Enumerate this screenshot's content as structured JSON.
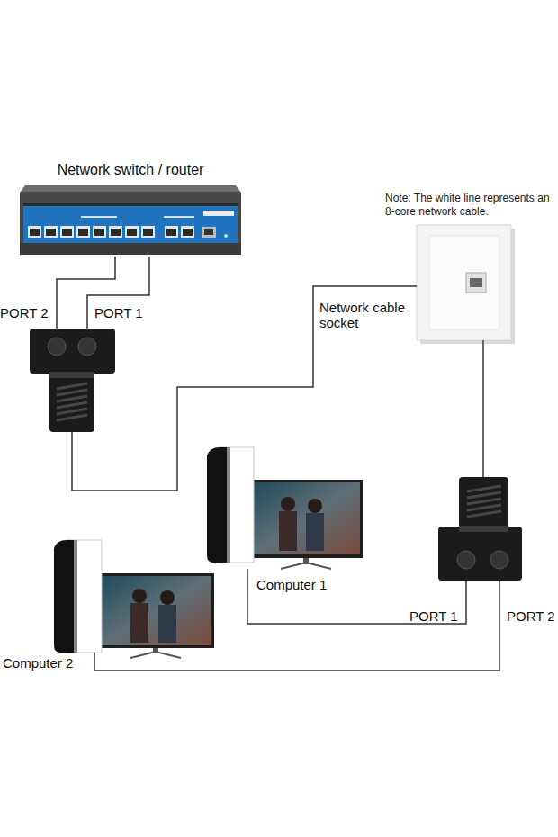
{
  "diagram": {
    "nodes": [
      {
        "text": [
          "Network switch / router"
        ]
      },
      {
        "text": [
          "Network cable socket"
        ]
      },
      {
        "text": [
          "PORT 2",
          "PORT 1"
        ]
      },
      {
        "text": [
          "Computer 1"
        ]
      },
      {
        "text": [
          "PORT 1",
          "PORT 2"
        ]
      },
      {
        "text": [
          "Computer 2"
        ]
      }
    ],
    "edges": [
      {
        "from": 0,
        "to": 2,
        "arrow": "none"
      },
      {
        "from": 0,
        "to": 2,
        "arrow": "none"
      },
      {
        "from": 2,
        "to": 1,
        "arrow": "none"
      },
      {
        "from": 1,
        "to": 4,
        "arrow": "none"
      },
      {
        "from": 4,
        "to": 3,
        "arrow": "none"
      },
      {
        "from": 4,
        "to": 5,
        "arrow": "none"
      }
    ],
    "labels": [
      "Note: The white line represents an 8-core network cable."
    ]
  }
}
